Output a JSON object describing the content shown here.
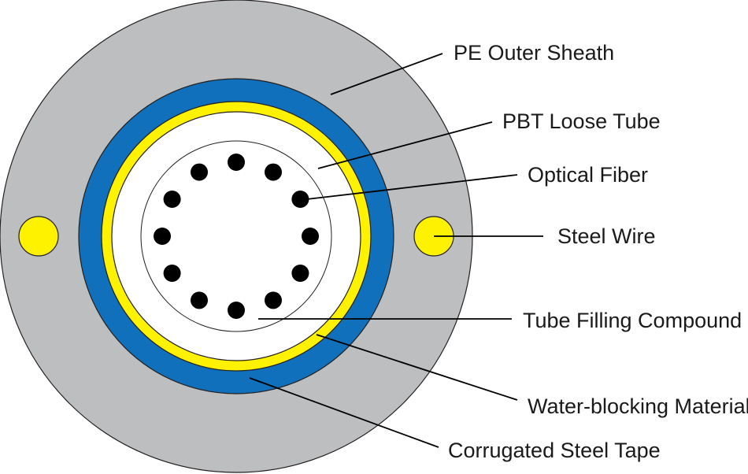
{
  "colors": {
    "outer_sheath": "#bcbec0",
    "steel_tape": "#1170bb",
    "water_blocking": "#fff200",
    "loose_tube": "#ffffff",
    "fiber": "#000000",
    "steel_wire": "#fff200",
    "outline": "#231f20"
  },
  "labels": {
    "pe_outer_sheath": "PE Outer Sheath",
    "pbt_loose_tube": "PBT Loose Tube",
    "optical_fiber": "Optical Fiber",
    "steel_wire": "Steel Wire",
    "tube_filling_compound": "Tube Filling Compound",
    "water_blocking_material": "Water-blocking Material",
    "corrugated_steel_tape": "Corrugated Steel Tape"
  },
  "fiber_count": 12
}
